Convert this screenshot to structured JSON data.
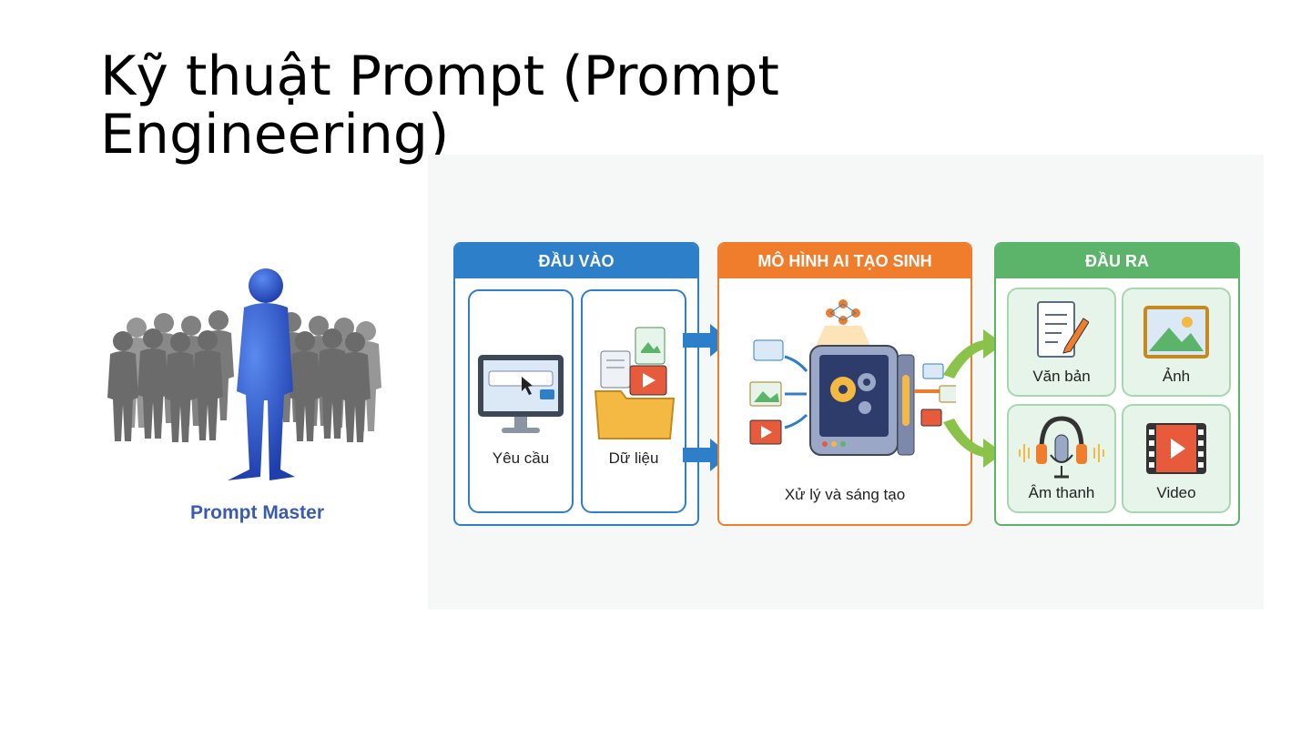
{
  "slide": {
    "title": "Kỹ thuật Prompt (Prompt Engineering)",
    "person_label": "Prompt Master"
  },
  "diagram": {
    "input": {
      "header": "ĐẦU VÀO",
      "cards": [
        "Yêu cầu",
        "Dữ liệu"
      ],
      "color": "#2d7fc9"
    },
    "model": {
      "header": "MÔ HÌNH AI TẠO SINH",
      "caption": "Xử lý và sáng tạo",
      "color": "#f07d2c"
    },
    "output": {
      "header": "ĐẦU RA",
      "cards": [
        "Văn bản",
        "Ảnh",
        "Âm thanh",
        "Video"
      ],
      "color": "#5cb46a"
    }
  },
  "icons": [
    "person-crowd-icon",
    "monitor-search-icon",
    "folder-files-icon",
    "ai-machine-icon",
    "document-pencil-icon",
    "picture-icon",
    "microphone-headphones-icon",
    "video-icon"
  ]
}
